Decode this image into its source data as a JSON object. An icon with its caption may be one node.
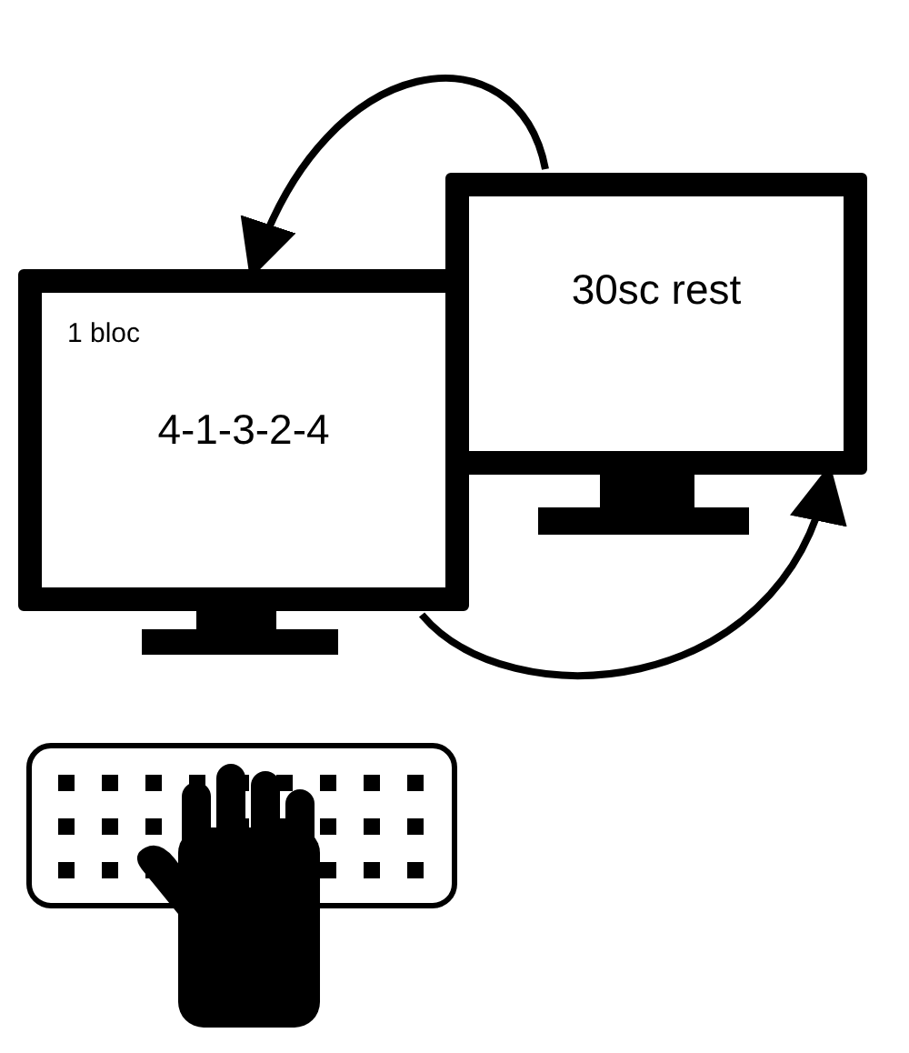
{
  "diagram": {
    "nodes": [
      {
        "text": [
          "1 bloc",
          "4-1-3-2-4"
        ]
      },
      {
        "text": [
          "30sc rest"
        ]
      }
    ],
    "edges": [
      {
        "from": 1,
        "to": 0,
        "arrow": "to"
      },
      {
        "from": 0,
        "to": 1,
        "arrow": "to"
      }
    ]
  }
}
